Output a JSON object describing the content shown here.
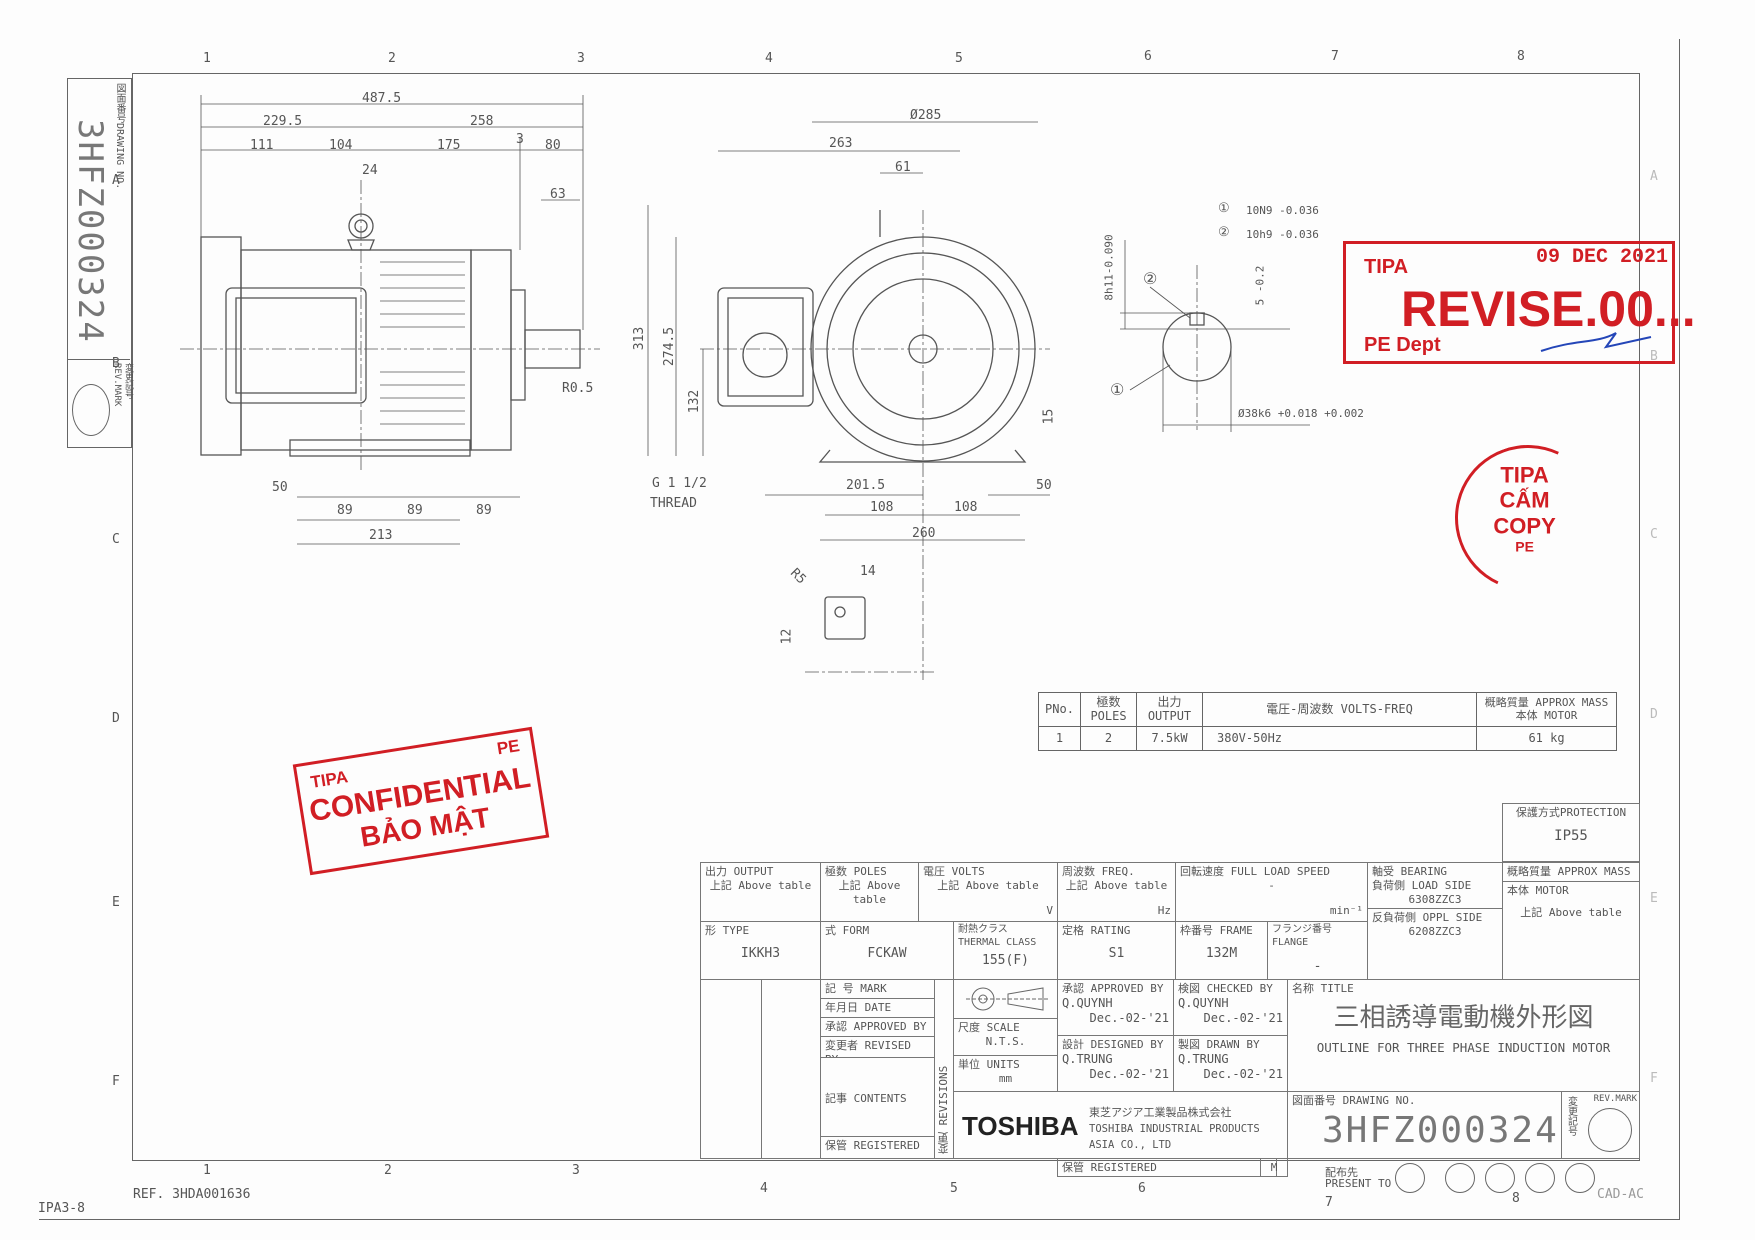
{
  "sheet": {
    "columns_top": [
      "1",
      "2",
      "3",
      "4",
      "5",
      "6",
      "7",
      "8"
    ],
    "rows_left": [
      "A",
      "B",
      "C",
      "D",
      "E",
      "F"
    ],
    "rows_right": [
      "A",
      "B",
      "C",
      "D",
      "E",
      "F"
    ],
    "columns_bottom": [
      "1",
      "2",
      "3",
      "4",
      "5",
      "6",
      "7",
      "8"
    ],
    "ref": "REF. 3HDA001636",
    "sheet_code": "IPA3-8",
    "cad": "CAD-AC",
    "present_to": "配布先 PRESENT TO",
    "side_drawing_label": "図面番号DRAWING NO.",
    "side_drawing_no": "3HFZ000324",
    "side_rev_label": "変更記号 REV.MARK"
  },
  "dimensions": {
    "front": [
      "487.5",
      "229.5",
      "258",
      "111",
      "104",
      "175",
      "3",
      "80",
      "24",
      "63",
      "R0.5",
      "50",
      "89",
      "89",
      "89",
      "213"
    ],
    "end": [
      "Ø285",
      "263",
      "61",
      "313",
      "274.5",
      "132",
      "15",
      "50",
      "G 1 1/2",
      "THREAD",
      "201.5",
      "108",
      "108",
      "260",
      "R5",
      "14",
      "12"
    ],
    "keyway": [
      "①",
      "10N9 -0.036",
      "②",
      "10h9 -0.036",
      "8h11-0.090",
      "5 -0.2",
      "Ø38k6 +0.018 +0.002",
      "②",
      "①"
    ]
  },
  "stamps": {
    "revise": {
      "org": "TIPA",
      "date": "09 DEC 2021",
      "text": "REVISE.00...",
      "dept": "PE Dept"
    },
    "copy": {
      "org": "TIPA",
      "line1": "CẤM",
      "line2": "COPY",
      "dept": "PE"
    },
    "confidential": {
      "org": "TIPA",
      "dept": "PE",
      "line1": "CONFIDENTIAL",
      "line2": "BẢO MẬT"
    },
    "color": "#d11e24"
  },
  "parts_table": {
    "headers": [
      "PNo.",
      "極数 POLES",
      "出力 OUTPUT",
      "電圧-周波数 VOLTS-FREQ",
      "概略質量 APPROX MASS 本体 MOTOR"
    ],
    "rows": [
      [
        "1",
        "2",
        "7.5kW",
        "380V-50Hz",
        "61 kg"
      ]
    ]
  },
  "protection": {
    "label": "保護方式PROTECTION",
    "value": "IP55"
  },
  "title_block": {
    "output": {
      "label": "出力 OUTPUT",
      "value": "上記 Above table"
    },
    "poles": {
      "label": "極数 POLES",
      "value": "上記 Above table"
    },
    "volts": {
      "label": "電圧 VOLTS",
      "value": "上記 Above table",
      "unit": "V"
    },
    "freq": {
      "label": "周波数 FREQ.",
      "value": "上記 Above table",
      "unit": "Hz"
    },
    "speed": {
      "label": "回転速度 FULL LOAD SPEED",
      "value": "-",
      "unit": "min⁻¹"
    },
    "bearing": {
      "label": "軸受 BEARING",
      "load_label": "負荷側 LOAD SIDE",
      "load": "6308ZZC3",
      "oppl_label": "反負荷側 OPPL SIDE",
      "oppl": "6208ZZC3"
    },
    "mass": {
      "label": "概略質量 APPROX MASS",
      "motor_label": "本体 MOTOR",
      "value": "上記 Above table"
    },
    "type": {
      "label": "形 TYPE",
      "value": "IKKH3"
    },
    "form": {
      "label": "式 FORM",
      "value": "FCKAW"
    },
    "thermal": {
      "label": "耐熱クラス THERMAL CLASS",
      "value": "155(F)"
    },
    "rating": {
      "label": "定格 RATING",
      "value": "S1"
    },
    "frame": {
      "label": "枠番号 FRAME",
      "value": "132M"
    },
    "flange": {
      "label": "フランジ番号 FLANGE",
      "value": "-"
    },
    "revisions": {
      "mark": "記 号 MARK",
      "date": "年月日 DATE",
      "approved": "承認 APPROVED BY",
      "revised": "変更者 REVISED BY",
      "contents": "記事 CONTENTS",
      "registered": "保管 REGISTERED",
      "vertical": "変更 REVISIONS"
    },
    "scale": {
      "label": "尺度 SCALE",
      "value": "N.T.S."
    },
    "units": {
      "label": "単位 UNITS",
      "value": "mm"
    },
    "approved_by": {
      "label": "承認 APPROVED BY",
      "name": "Q.QUYNH",
      "date": "Dec.-02-'21"
    },
    "checked_by": {
      "label": "検図 CHECKED BY",
      "name": "Q.QUYNH",
      "date": "Dec.-02-'21"
    },
    "designed_by": {
      "label": "設計 DESIGNED BY",
      "name": "Q.TRUNG",
      "date": "Dec.-02-'21"
    },
    "drawn_by": {
      "label": "製図 DRAWN BY",
      "name": "Q.TRUNG",
      "date": "Dec.-02-'21"
    },
    "title_label": "名称 TITLE",
    "title_jp": "三相誘導電動機外形図",
    "title_en": "OUTLINE FOR THREE PHASE INDUCTION MOTOR",
    "company_logo": "TOSHIBA",
    "company_jp": "東芝アジア工業製品株式会社",
    "company_en1": "TOSHIBA INDUSTRIAL PRODUCTS",
    "company_en2": "ASIA CO., LTD",
    "drawing_no_label": "図面番号 DRAWING NO.",
    "drawing_no": "3HFZ000324",
    "rev_mark_label": "REV.MARK",
    "rev_mark_jp": "変更記号",
    "registered": "保管 REGISTERED",
    "m": "M"
  }
}
